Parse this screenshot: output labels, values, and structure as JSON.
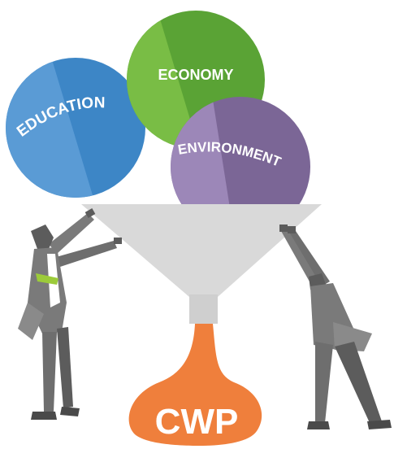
{
  "circles": {
    "education": {
      "label": "EDUCATION",
      "color": "#3d86c6",
      "color_light": "#5a9bd5"
    },
    "economy": {
      "label": "ECONOMY",
      "color": "#5aa335",
      "color_light": "#79bd45"
    },
    "environment": {
      "label": "ENVIRONMENT",
      "color": "#7b6696",
      "color_light": "#9c87b8"
    }
  },
  "funnel": {
    "color": "#d9d9d9",
    "shadow": "#c6c6c6"
  },
  "output": {
    "label": "CWP",
    "color": "#ef7f3c"
  },
  "figures": {
    "suit_color": "#7a7a7a",
    "suit_dark": "#5c5c5c",
    "tie_color": "#9ccb3a"
  }
}
